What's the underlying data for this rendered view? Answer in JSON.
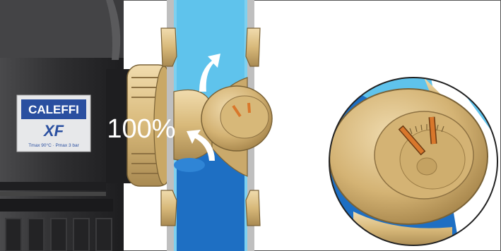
{
  "label": {
    "brand": "CALEFFI",
    "model": "XF",
    "specs": "Tmax 90°C · Pmax 3 bar",
    "percentage": "100%"
  },
  "colors": {
    "frame": "#3a3a3a",
    "pipe_light": "#5fc3ec",
    "pipe_dark": "#1e6fc3",
    "brass": "#d8b97a",
    "brass_dark": "#a8864a",
    "body_dark": "#2f2f31",
    "marker_orange": "#d9772b"
  }
}
